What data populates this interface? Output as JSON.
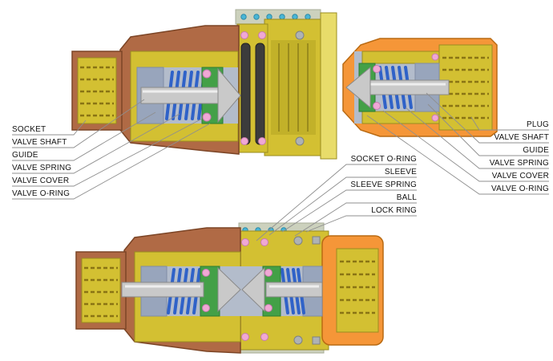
{
  "palette": {
    "copper": "#b06a45",
    "brass": "#d3c032",
    "brass-light": "#e8dc6a",
    "cap": "#ccd1bd",
    "orange": "#f59638",
    "steel": "#c9c9c9",
    "bore": "#b3bccb",
    "guide": "#98a5bc",
    "spring-blue": "#2f62c8",
    "seal-pink": "#f0a8d5",
    "cover-green": "#43a047",
    "oring-dark": "#3c3c3c",
    "ball-blue": "#49b6d6",
    "ball-gray": "#aeb2b5",
    "leader-line": "#8f8f8f",
    "label-text": "#111111"
  },
  "labels": {
    "left": [
      {
        "text": "SOCKET"
      },
      {
        "text": "VALVE SHAFT"
      },
      {
        "text": "GUIDE"
      },
      {
        "text": "VALVE SPRING"
      },
      {
        "text": "VALVE COVER"
      },
      {
        "text": "VALVE O-RING"
      }
    ],
    "right": [
      {
        "text": "PLUG"
      },
      {
        "text": "VALVE SHAFT"
      },
      {
        "text": "GUIDE"
      },
      {
        "text": "VALVE SPRING"
      },
      {
        "text": "VALVE COVER"
      },
      {
        "text": "VALVE O-RING"
      }
    ],
    "middle": [
      {
        "text": "SOCKET O-RING"
      },
      {
        "text": "SLEEVE"
      },
      {
        "text": "SLEEVE SPRING"
      },
      {
        "text": "BALL"
      },
      {
        "text": "LOCK RING"
      }
    ]
  }
}
